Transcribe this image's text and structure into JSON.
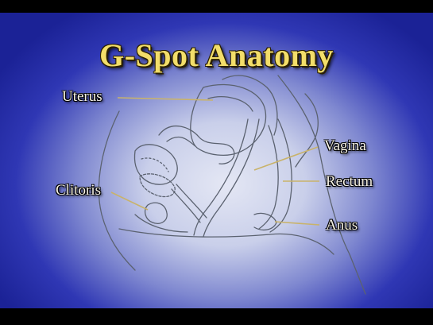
{
  "slide": {
    "title": "G-Spot Anatomy",
    "labels": {
      "uterus": "Uterus",
      "clitoris": "Clitoris",
      "vagina": "Vagina",
      "rectum": "Rectum",
      "anus": "Anus"
    },
    "colors": {
      "title": "#f3de6a",
      "background": "#1b2296",
      "leader_line": "#c9b36a"
    }
  }
}
